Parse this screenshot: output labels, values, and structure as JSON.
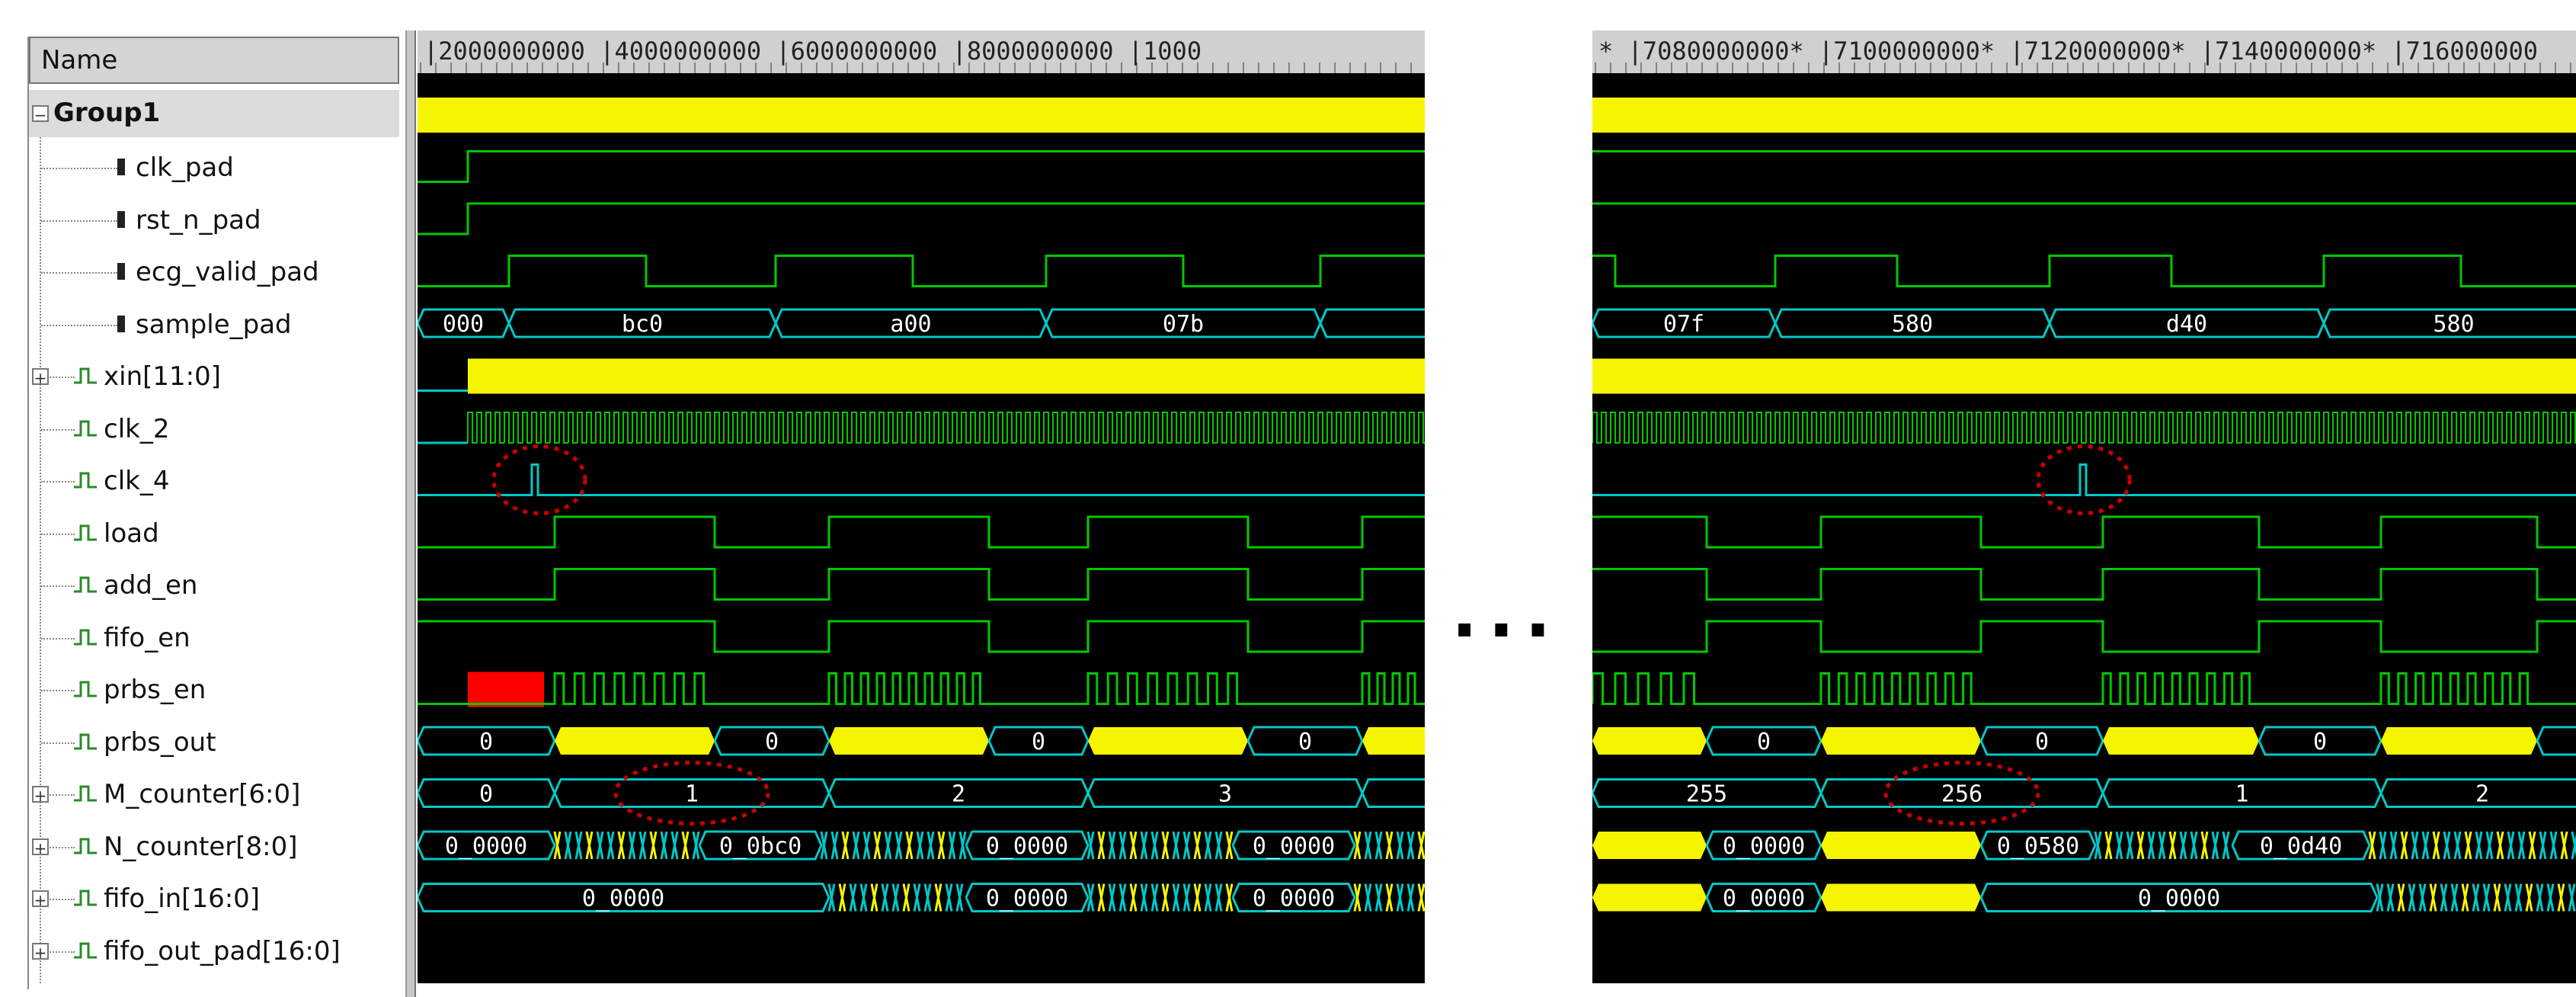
{
  "name_header": "Name",
  "group": "Group1",
  "signals": [
    {
      "label": "clk_pad",
      "kind": "wire",
      "expand": false
    },
    {
      "label": "rst_n_pad",
      "kind": "wire",
      "expand": false
    },
    {
      "label": "ecg_valid_pad",
      "kind": "wire",
      "expand": false
    },
    {
      "label": "sample_pad",
      "kind": "wire",
      "expand": false
    },
    {
      "label": "xin[11:0]",
      "kind": "bus",
      "expand": true
    },
    {
      "label": "clk_2",
      "kind": "signal",
      "expand": false
    },
    {
      "label": "clk_4",
      "kind": "signal",
      "expand": false
    },
    {
      "label": "load",
      "kind": "signal",
      "expand": false
    },
    {
      "label": "add_en",
      "kind": "signal",
      "expand": false
    },
    {
      "label": "fifo_en",
      "kind": "signal",
      "expand": false
    },
    {
      "label": "prbs_en",
      "kind": "signal",
      "expand": false
    },
    {
      "label": "prbs_out",
      "kind": "signal",
      "expand": false
    },
    {
      "label": "M_counter[6:0]",
      "kind": "bus",
      "expand": true
    },
    {
      "label": "N_counter[8:0]",
      "kind": "bus",
      "expand": true
    },
    {
      "label": "fifo_in[16:0]",
      "kind": "bus",
      "expand": true
    },
    {
      "label": "fifo_out_pad[16:0]",
      "kind": "bus",
      "expand": true
    }
  ],
  "left_panel": {
    "ticks": "|2000000000  |4000000000  |6000000000  |8000000000  |1000",
    "xin": [
      "000",
      "bc0",
      "a00",
      "07b"
    ],
    "m_counter": [
      "0",
      "0",
      "0",
      "0"
    ],
    "n_counter": [
      "0",
      "1",
      "2",
      "3"
    ],
    "fifo_in": [
      "0_0000",
      "0_0bc0",
      "0_0000",
      "0_0000"
    ],
    "fifo_out": [
      "0_0000",
      "0_0000",
      "0_0000"
    ]
  },
  "right_panel": {
    "ticks": "* |7080000000* |7100000000* |7120000000* |7140000000* |716000000",
    "xin": [
      "07f",
      "580",
      "d40",
      "580"
    ],
    "m_counter": [
      "0",
      "0",
      "0"
    ],
    "n_counter": [
      "255",
      "256",
      "1",
      "2"
    ],
    "fifo_in": [
      "0_0000",
      "0_0580",
      "0_0d40"
    ],
    "fifo_out": [
      "0_0000",
      "0_0000"
    ]
  },
  "ellipsis": "...",
  "colors": {
    "background": "#000000",
    "wire": "#00c800",
    "bus": "#00c8c8",
    "clock": "#f5f500",
    "error": "#ff0000",
    "highlight": "#cc0000"
  }
}
